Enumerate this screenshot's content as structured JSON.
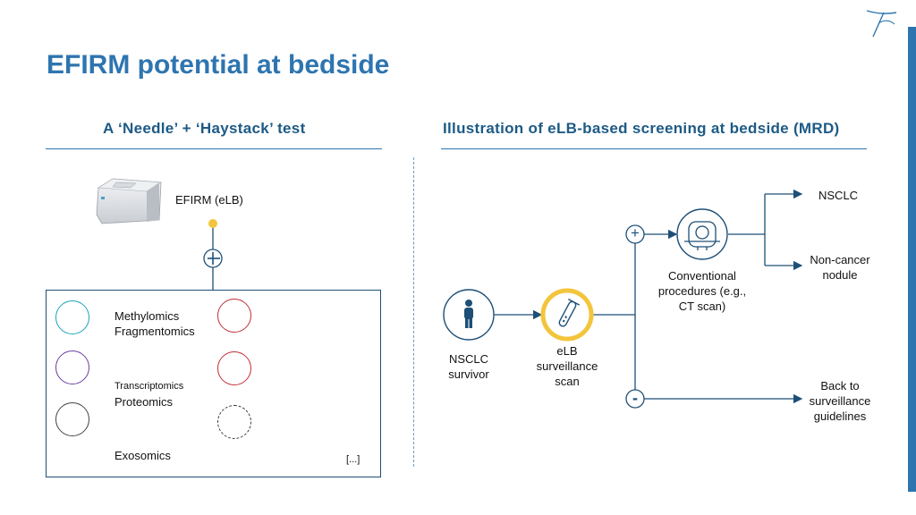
{
  "header": {
    "title": "EFIRM potential at bedside"
  },
  "left": {
    "heading": "A ‘Needle’ + ‘Haystack’ test",
    "device_label": "EFIRM (eLB)",
    "omics": {
      "methylomics": "Methylomics",
      "fragmentomics": "Fragmentomics",
      "transcriptomics": "Transcriptomics",
      "proteomics": "Proteomics",
      "exosomics": "Exosomics",
      "more": "[...]"
    }
  },
  "right": {
    "heading": "Illustration of eLB-based screening at bedside (MRD)",
    "survivor": "NSCLC survivor",
    "scan": "eLB surveillance scan",
    "positive_sign": "+",
    "negative_sign": "-",
    "conventional": "Conventional procedures (e.g., CT scan)",
    "outcome_nsclc": "NSCLC",
    "outcome_nodule": "Non-cancer nodule",
    "outcome_back": "Back to surveillance guidelines"
  },
  "colors": {
    "brand_blue": "#2e75b0",
    "dark_blue": "#1d4f77",
    "accent_yellow": "#f3c53d",
    "ring_teal": "#1aa3b8",
    "ring_purple": "#6b3fa0",
    "ring_red": "#c0303a"
  }
}
